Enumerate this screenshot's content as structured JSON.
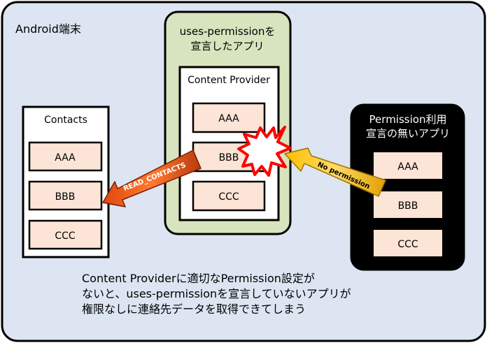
{
  "device_label": "Android端末",
  "contacts": {
    "title": "Contacts",
    "items": [
      "AAA",
      "BBB",
      "CCC"
    ]
  },
  "uses_permission_app": {
    "title_line1": "uses-permissionを",
    "title_line2": "宣言したアプリ"
  },
  "content_provider": {
    "title": "Content Provider",
    "items": [
      "AAA",
      "BBB",
      "CCC"
    ]
  },
  "no_permission_app": {
    "title_line1": "Permission利用",
    "title_line2": "宣言の無いアプリ",
    "items": [
      "AAA",
      "BBB",
      "CCC"
    ]
  },
  "arrows": {
    "read_contacts": "READ_CONTACTS",
    "no_permission": "No permission"
  },
  "caption": {
    "line1": "Content Providerに適切なPermission設定が",
    "line2": "ないと、uses-permissionを宣言していないアプリが",
    "line3": "権限なしに連絡先データを取得できてしまう"
  },
  "colors": {
    "device_bg": "#dce5f1",
    "app_green": "#d7e4bd",
    "item_fill": "#fce4d6",
    "arrow_red": "#f25a1a",
    "arrow_yellow": "#ffc000",
    "burst_red": "#ff0000",
    "black_app": "#000000"
  }
}
